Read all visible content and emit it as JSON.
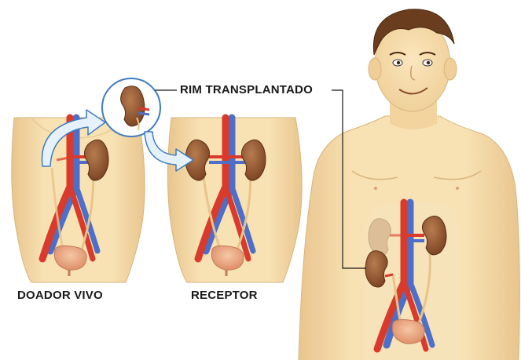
{
  "labels": {
    "donor": "DOADOR VIVO",
    "recipient": "RECEPTOR",
    "transplanted_kidney": "RIM TRANSPLANTADO"
  },
  "colors": {
    "skin": "#f6dcaa",
    "skin_shadow": "#e7c48a",
    "kidney": "#8a4f2c",
    "kidney_highlight": "#b77c4f",
    "artery": "#d93a2b",
    "vein": "#4e6fc7",
    "bladder": "#f1b48e",
    "arrow_fill": "#e6f2fb",
    "arrow_stroke": "#3f7cc0",
    "hair": "#6b3d1f",
    "leader_line": "#1a1a1a"
  }
}
